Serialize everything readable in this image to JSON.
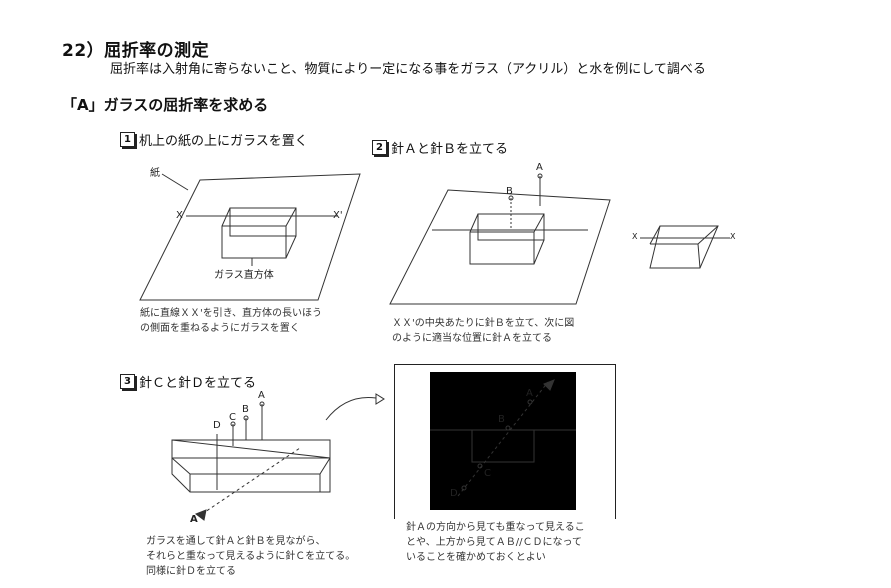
{
  "header": {
    "title": "22）屈折率の測定",
    "subtitle": "屈折率は入射角に寄らないこと、物質によりー定になる事をガラス（アクリル）と水を例にして調べる"
  },
  "section_a": {
    "heading": "「A」ガラスの屈折率を求める"
  },
  "steps": [
    {
      "num": "1",
      "title": "机上の紙の上にガラスを置く",
      "caption_lines": [
        "紙に直線ＸＸ'を引き、直方体の長いほう",
        "の側面を重ねるようにガラスを置く"
      ],
      "labels": {
        "paper": "紙",
        "x": "X",
        "x_prime": "X'",
        "glass": "ガラス直方体"
      }
    },
    {
      "num": "2",
      "title": "針Ａと針Ｂを立てる",
      "caption_lines": [
        "ＸＸ'の中央あたりに針Ｂを立て、次に図",
        "のように適当な位置に針Ａを立てる"
      ],
      "labels": {
        "a": "A",
        "b": "B",
        "x_left": "X",
        "x_right": "X"
      }
    },
    {
      "num": "3",
      "title": "針Ｃと針Ｄを立てる",
      "caption_lines": [
        "ガラスを通して針Ａと針Ｂを見ながら、",
        "それらと重なって見えるように針Ｃを立てる。",
        "同様に針Ｄを立てる"
      ],
      "labels": {
        "d": "D",
        "c": "C",
        "b": "B",
        "a": "A",
        "eye": "A"
      }
    }
  ],
  "topview": {
    "caption_lines": [
      "針Ａの方向から見ても重なって見えるこ",
      "とや、上方から見てＡＢ//ＣＤになって",
      "いることを確かめておくとよい"
    ],
    "labels": {
      "a": "A",
      "b": "B",
      "c": "C",
      "d": "D"
    }
  }
}
